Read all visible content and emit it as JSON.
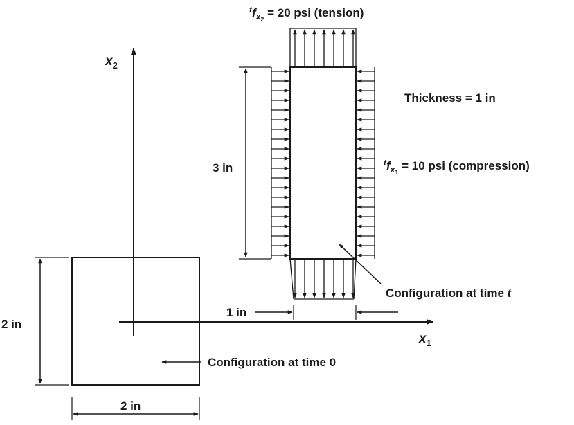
{
  "axes": {
    "x1": {
      "name": "x",
      "sub": "1"
    },
    "x2": {
      "name": "x",
      "sub": "2"
    }
  },
  "initial_config": {
    "width_label": "2 in",
    "height_label": "2 in",
    "caption": "Configuration at time 0"
  },
  "deformed_config": {
    "height_label": "3 in",
    "width_label": "1 in",
    "thickness_label": "Thickness = 1 in",
    "caption_prefix": "Configuration at time ",
    "caption_time": "t"
  },
  "loads": {
    "f_x2": {
      "sup": "t",
      "f": "f",
      "sub_x": "x",
      "sub_n": "2",
      "rest": " = 20 psi (tension)"
    },
    "f_x1": {
      "sup": "t",
      "f": "f",
      "sub_x": "x",
      "sub_n": "1",
      "rest": " = 10 psi (compression)"
    }
  }
}
